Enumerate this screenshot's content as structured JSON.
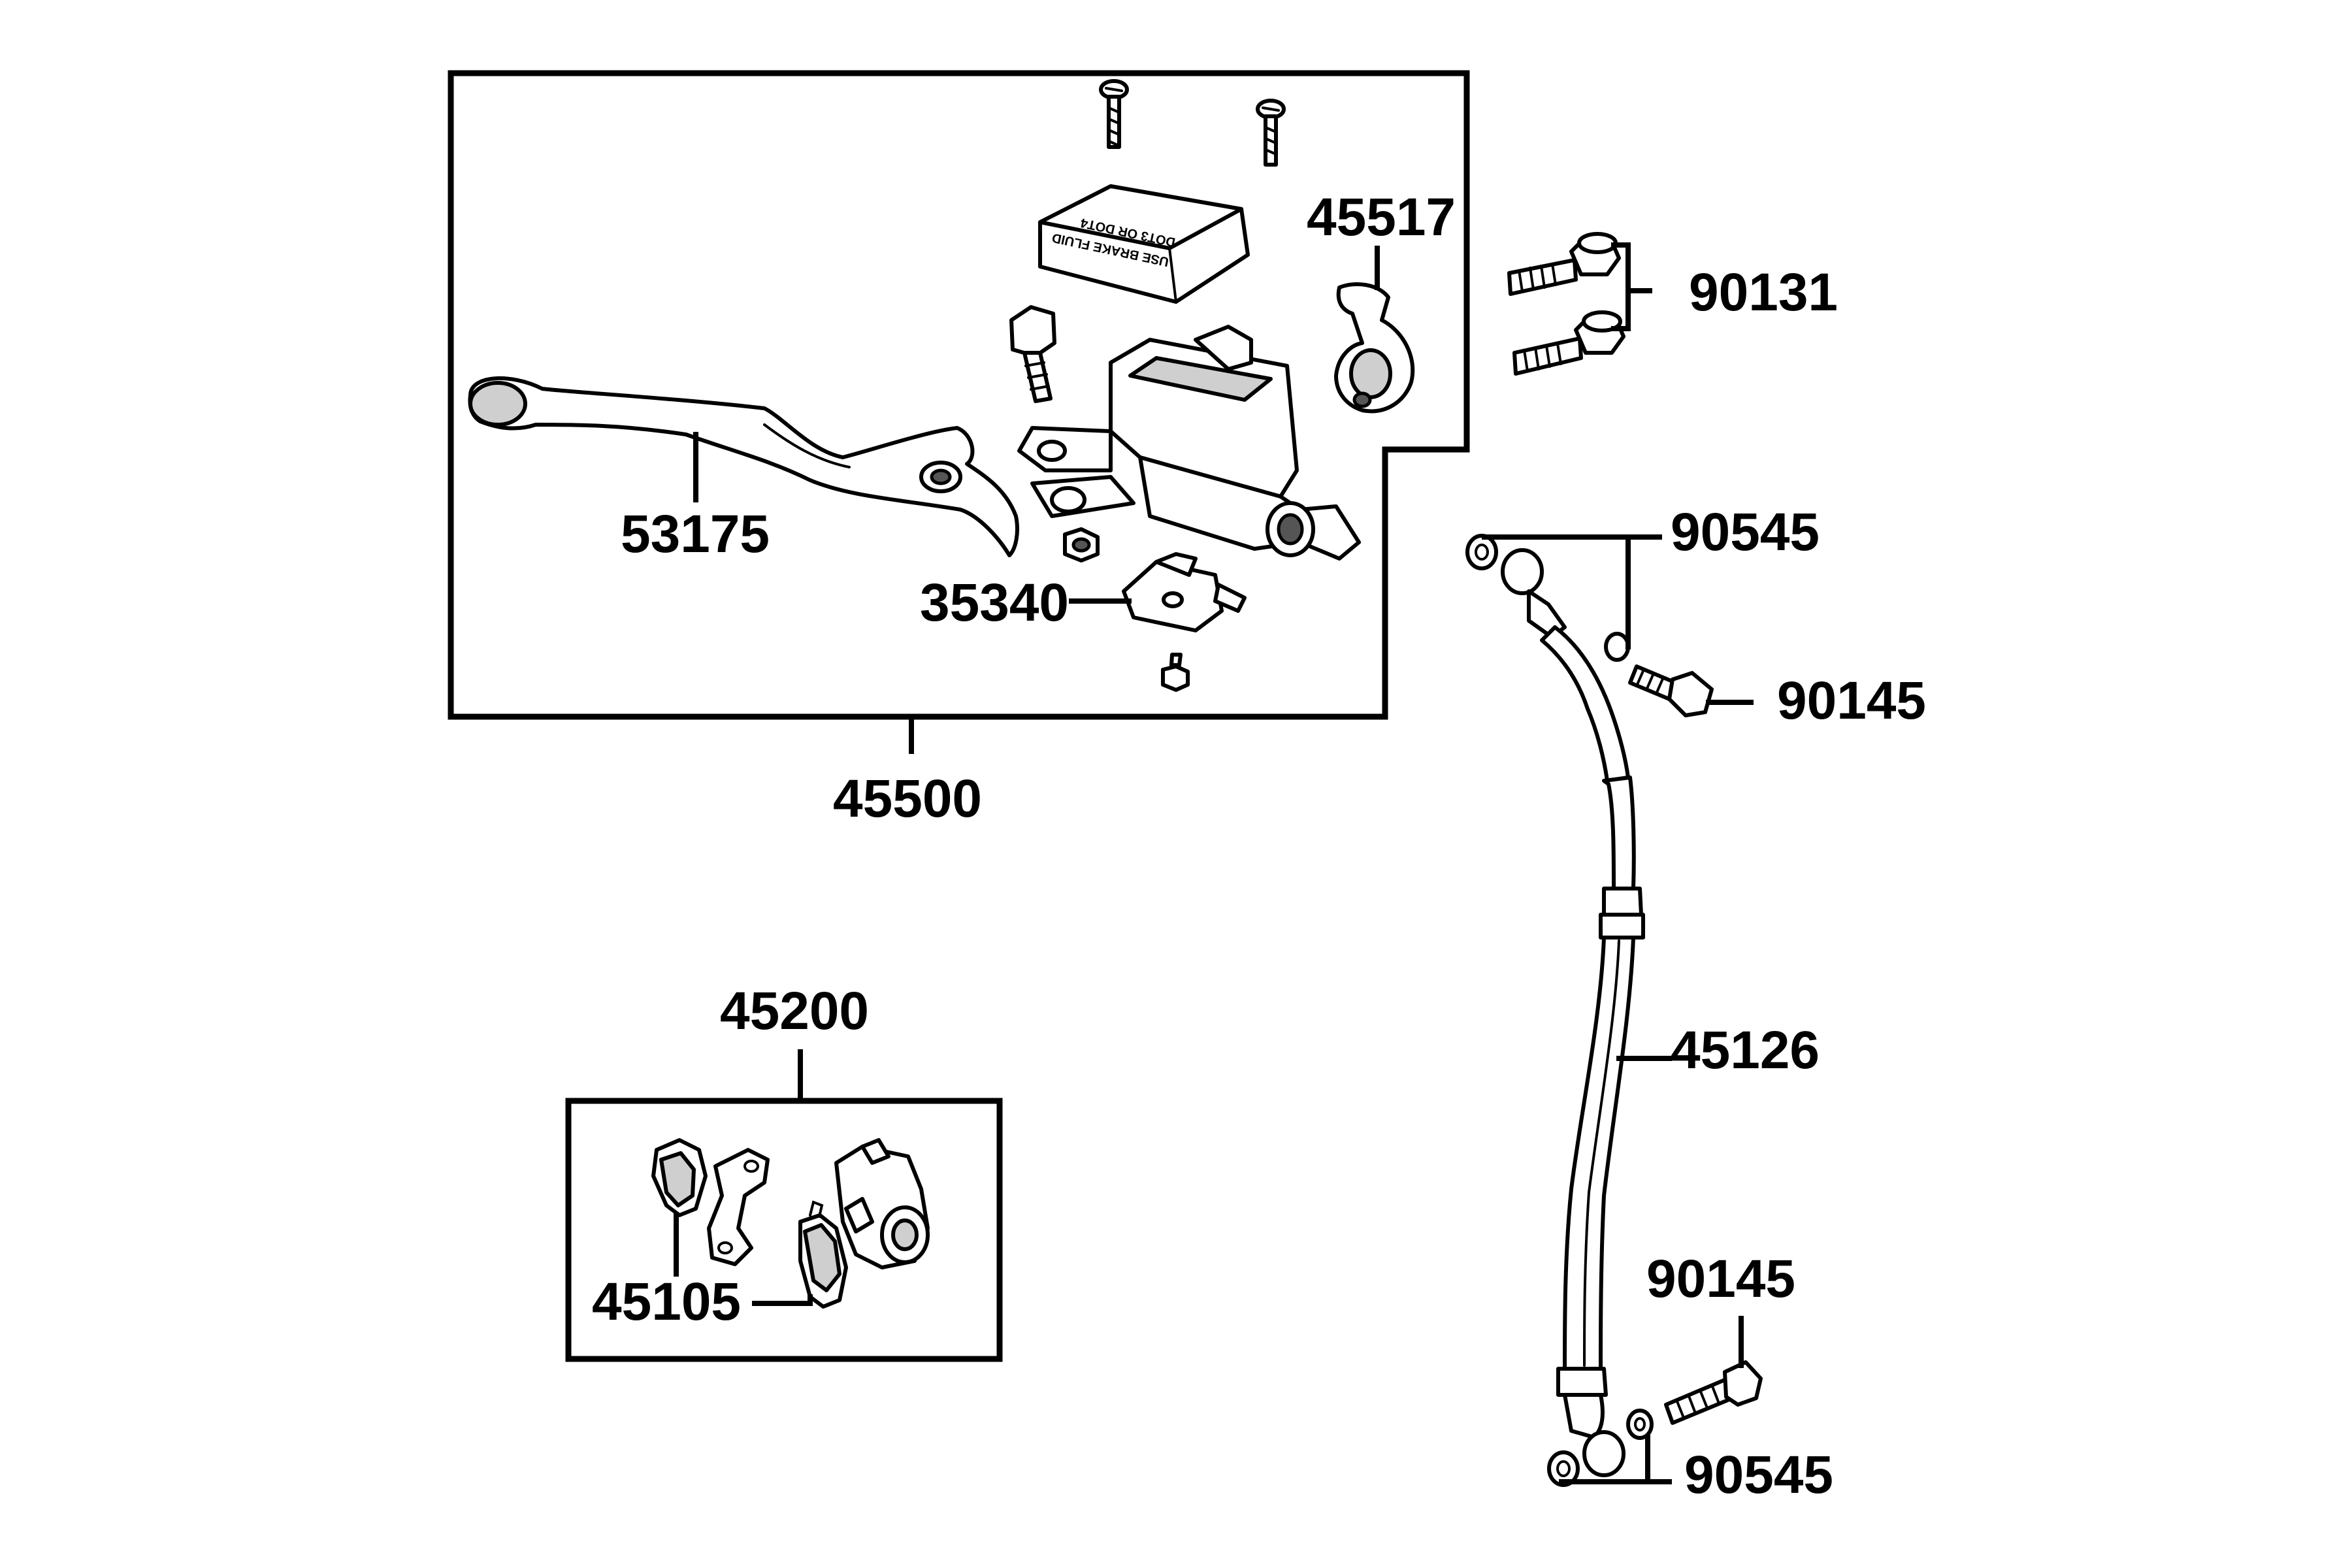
{
  "labels": {
    "p45500": "45500",
    "p45517": "45517",
    "p53175": "53175",
    "p35340": "35340",
    "p90131": "90131",
    "p90545_top": "90545",
    "p90145_top": "90145",
    "p45126": "45126",
    "p45200": "45200",
    "p45105": "45105",
    "p90145_bottom": "90145",
    "p90545_bottom": "90545"
  },
  "reservoir_cap_text": {
    "line1": "USE BRAKE FLUID",
    "line2": "DOT3 OR DOT4"
  }
}
